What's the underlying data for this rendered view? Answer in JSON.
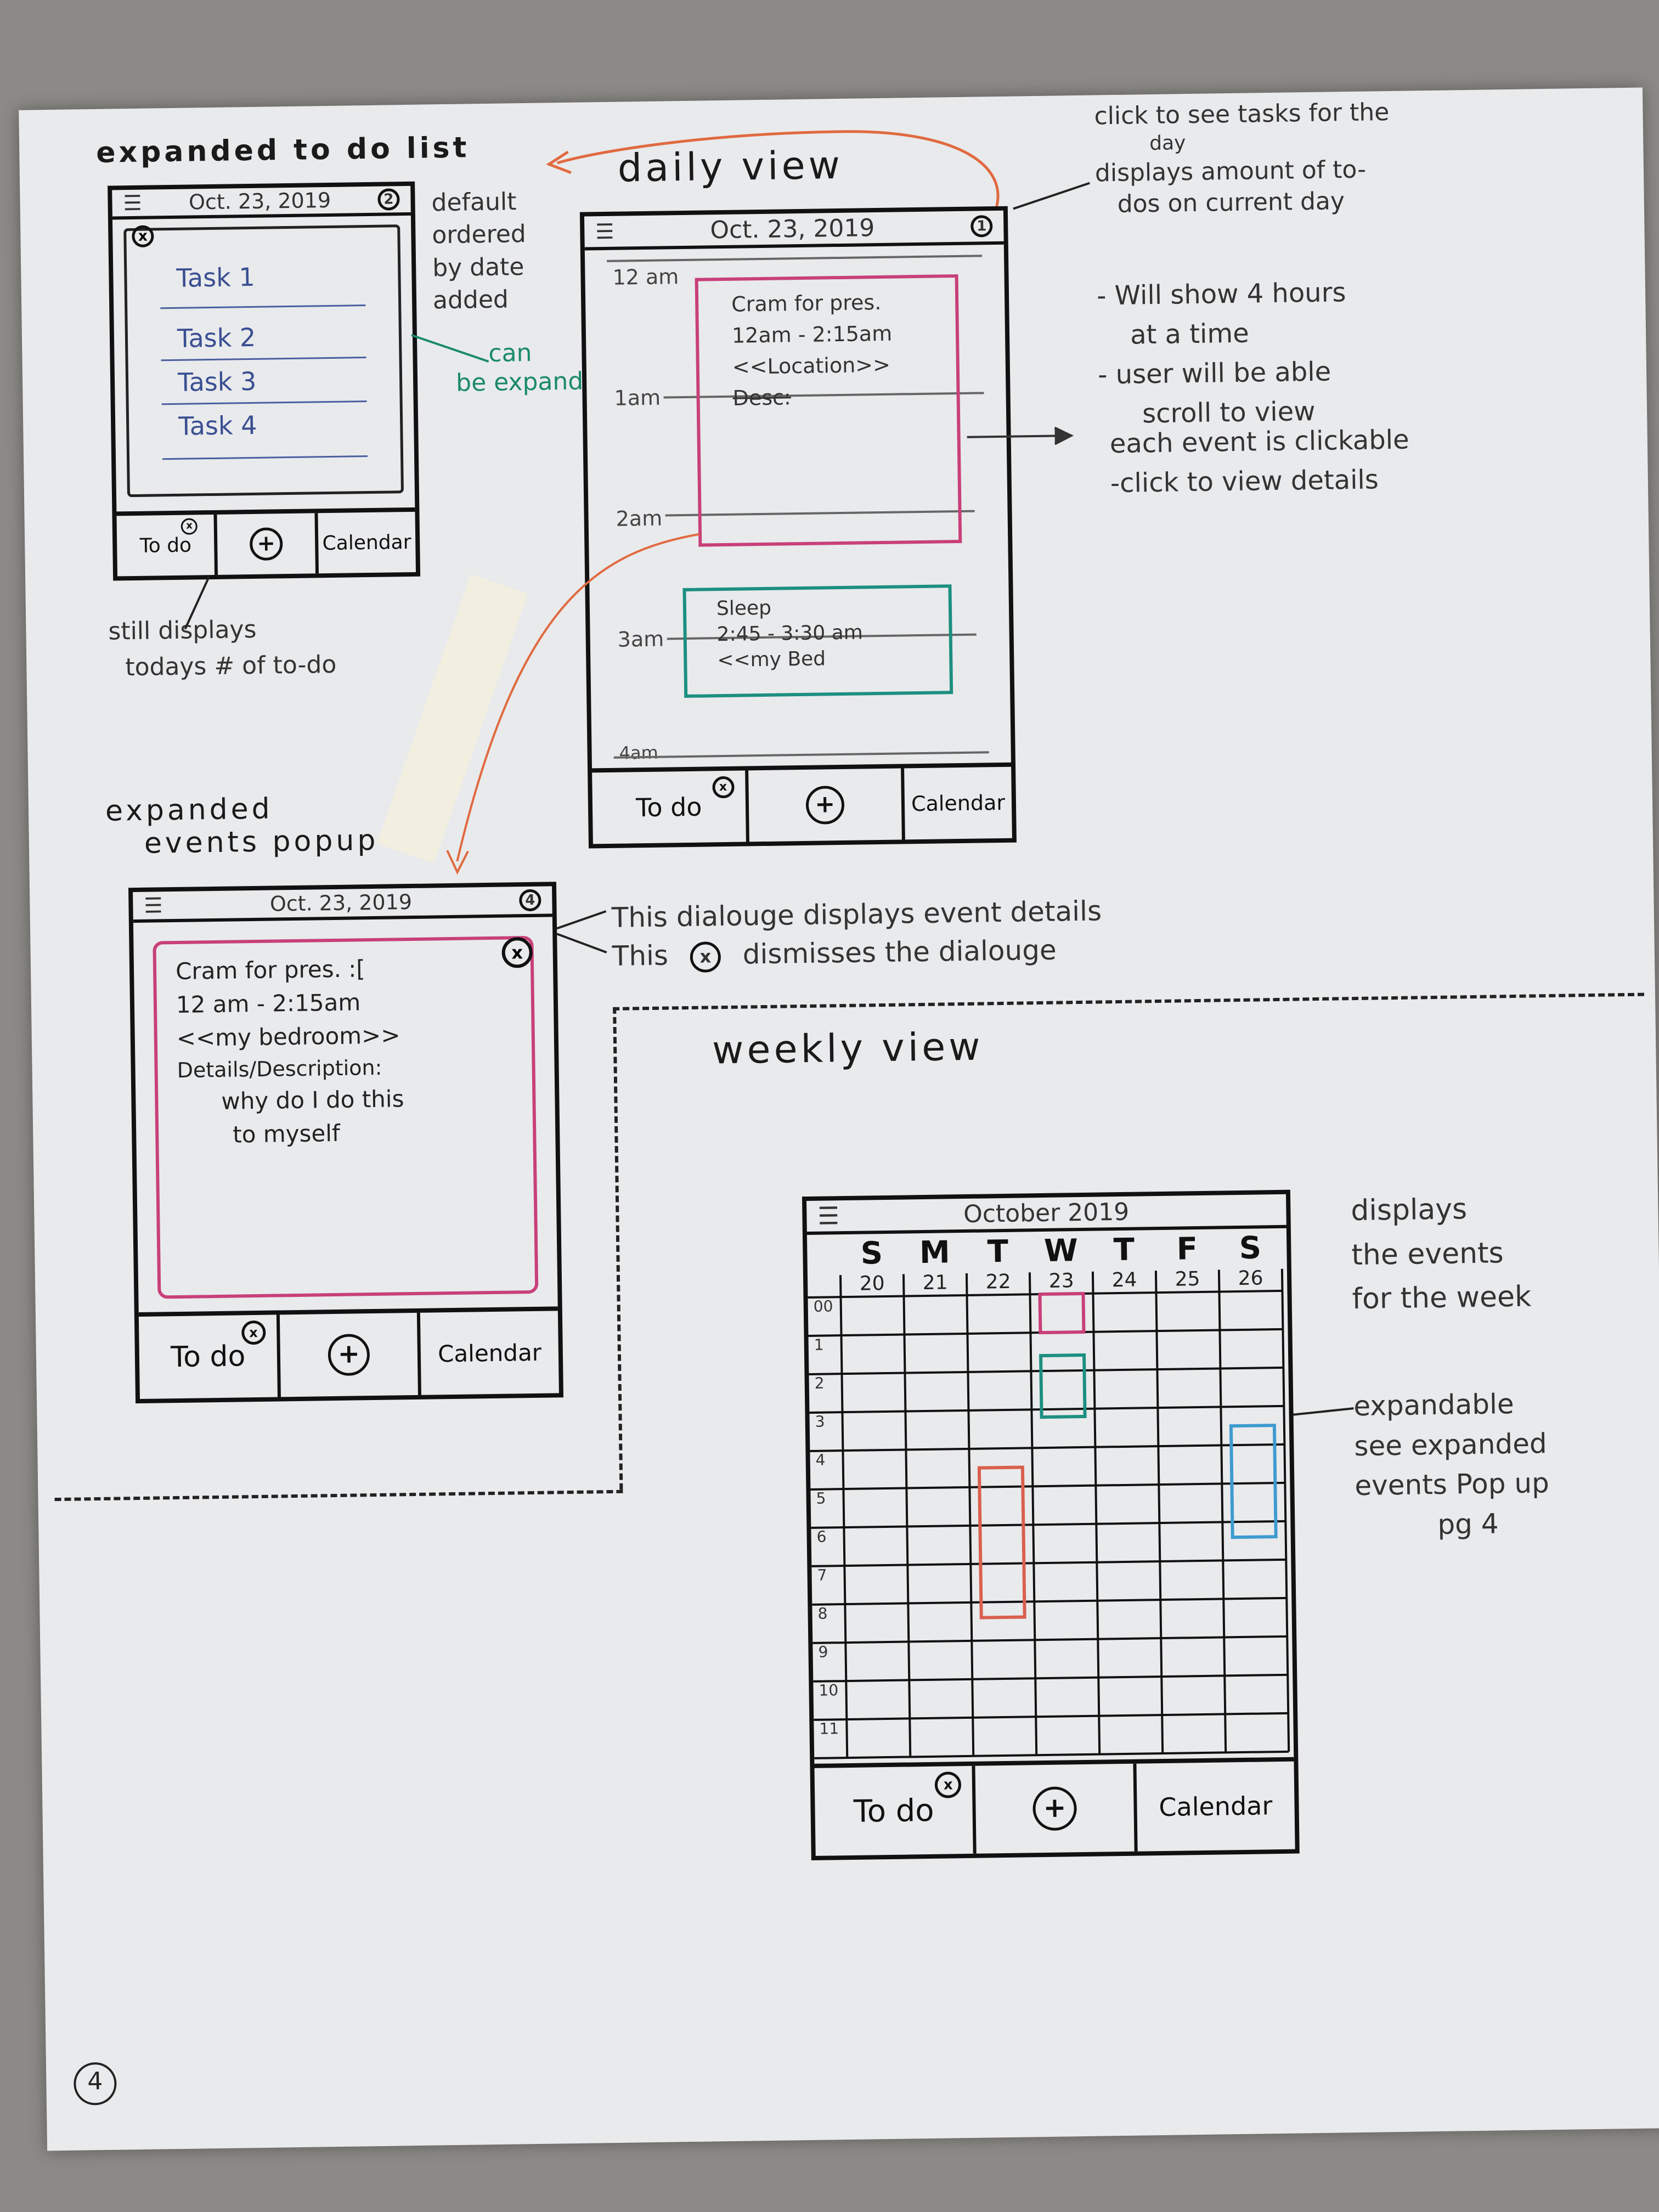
{
  "page_number": "4",
  "todo": {
    "title": "expanded to do list",
    "date": "Oct. 23, 2019",
    "count": "2",
    "close": "x",
    "tasks": [
      "Task 1",
      "Task 2",
      "Task 3",
      "Task 4"
    ],
    "note_order": [
      "default",
      "ordered",
      "by date",
      "added"
    ],
    "note_expand": [
      "can",
      "be expanded"
    ],
    "note_still": [
      "still displays",
      "todays # of to-do"
    ]
  },
  "daily": {
    "title": "daily view",
    "date": "Oct. 23, 2019",
    "count": "1",
    "hours": [
      "12 am",
      "1am",
      "2am",
      "3am",
      "4am"
    ],
    "event1": [
      "Cram for pres.",
      "12am - 2:15am",
      "<<Location>>",
      "Desc:"
    ],
    "event2": [
      "Sleep",
      "2:45 - 3:30 am",
      "<<my Bed"
    ],
    "note_click": [
      "click to see tasks for the",
      "day",
      "displays amount of to-",
      "dos on current day"
    ],
    "note_hours": [
      "- Will show 4 hours",
      "at a time",
      "- user will be able",
      "scroll to view"
    ],
    "note_event": [
      "each event is clickable",
      "-click to view details"
    ]
  },
  "footer": {
    "todo": "To do",
    "todo_badge": "x",
    "add": "+",
    "calendar": "Calendar"
  },
  "popup": {
    "title": [
      "expanded",
      "events popup"
    ],
    "date": "Oct. 23, 2019",
    "count": "4",
    "close": "x",
    "lines": [
      "Cram for pres. :[",
      "12 am - 2:15am",
      "<<my bedroom>>",
      "Details/Description:",
      "why do I do this",
      "to myself"
    ],
    "note1": "This dialouge displays event details",
    "note2_a": "This",
    "note2_b": "dismisses the dialouge"
  },
  "weekly": {
    "title": "weekly view",
    "month": "October 2019",
    "days": [
      "S",
      "M",
      "T",
      "W",
      "T",
      "F",
      "S"
    ],
    "dates": [
      "20",
      "21",
      "22",
      "23",
      "24",
      "25",
      "26"
    ],
    "hours": [
      "00",
      "1",
      "2",
      "3",
      "4",
      "5",
      "6",
      "7",
      "8",
      "9",
      "10",
      "11"
    ],
    "note_display": [
      "displays",
      "the events",
      "for the week"
    ],
    "note_expand": [
      "expandable",
      "see expanded",
      "events Pop up",
      "pg 4"
    ]
  },
  "colors": {
    "pink": "#c8407a",
    "teal": "#1d8f80",
    "blue": "#3e9bd0",
    "red": "#d9604e",
    "ink_blue": "#3a4f92",
    "green_ink": "#1a8a6a",
    "arrow": "#e06a40"
  }
}
